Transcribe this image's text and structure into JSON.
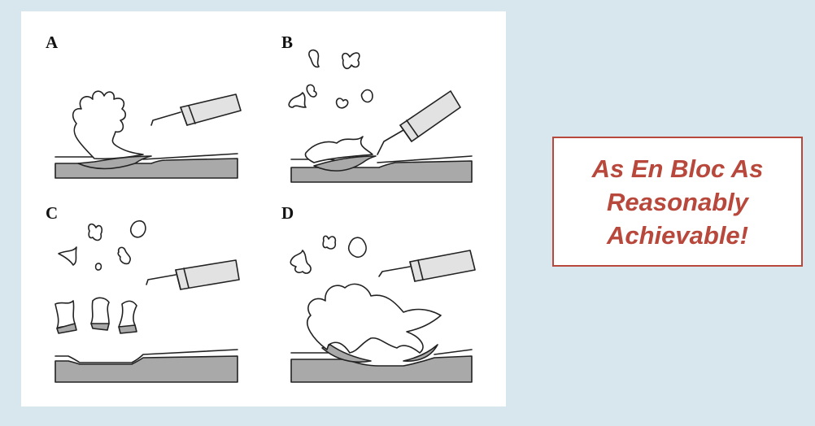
{
  "figure": {
    "panels": [
      {
        "label": "A"
      },
      {
        "label": "B"
      },
      {
        "label": "C"
      },
      {
        "label": "D"
      }
    ]
  },
  "callout": {
    "lines": [
      "As En Bloc As",
      "Reasonably",
      "Achievable!"
    ],
    "color": "#b8483c"
  },
  "colors": {
    "background": "#d8e7ee",
    "tissue": "#a9a9a9",
    "outline": "#222222",
    "scope": "#e2e2e2"
  }
}
